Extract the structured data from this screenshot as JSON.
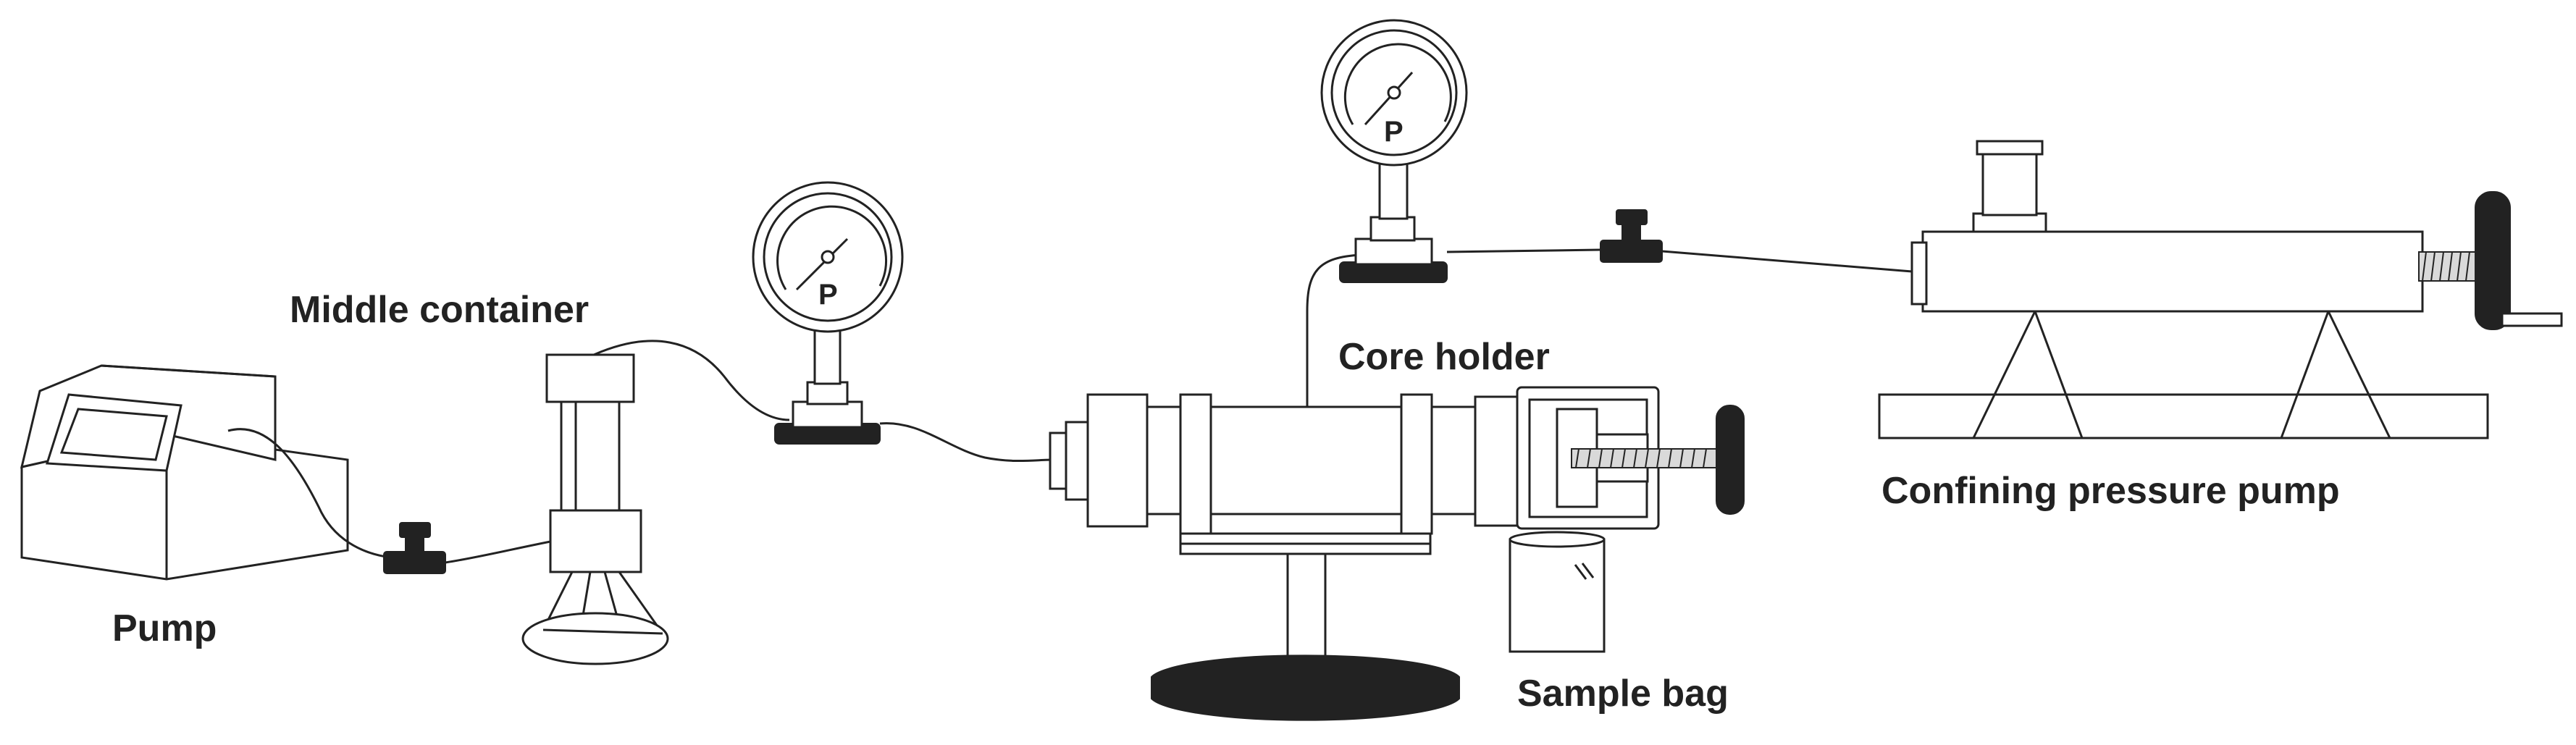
{
  "labels": {
    "pump": "Pump",
    "middle_container": "Middle container",
    "core_holder": "Core holder",
    "sample_bag": "Sample bag",
    "confining_pressure_pump": "Confining pressure pump"
  },
  "gauges": {
    "left": "P",
    "top": "P"
  },
  "colors": {
    "stroke": "#222222",
    "fill": "#ffffff"
  }
}
